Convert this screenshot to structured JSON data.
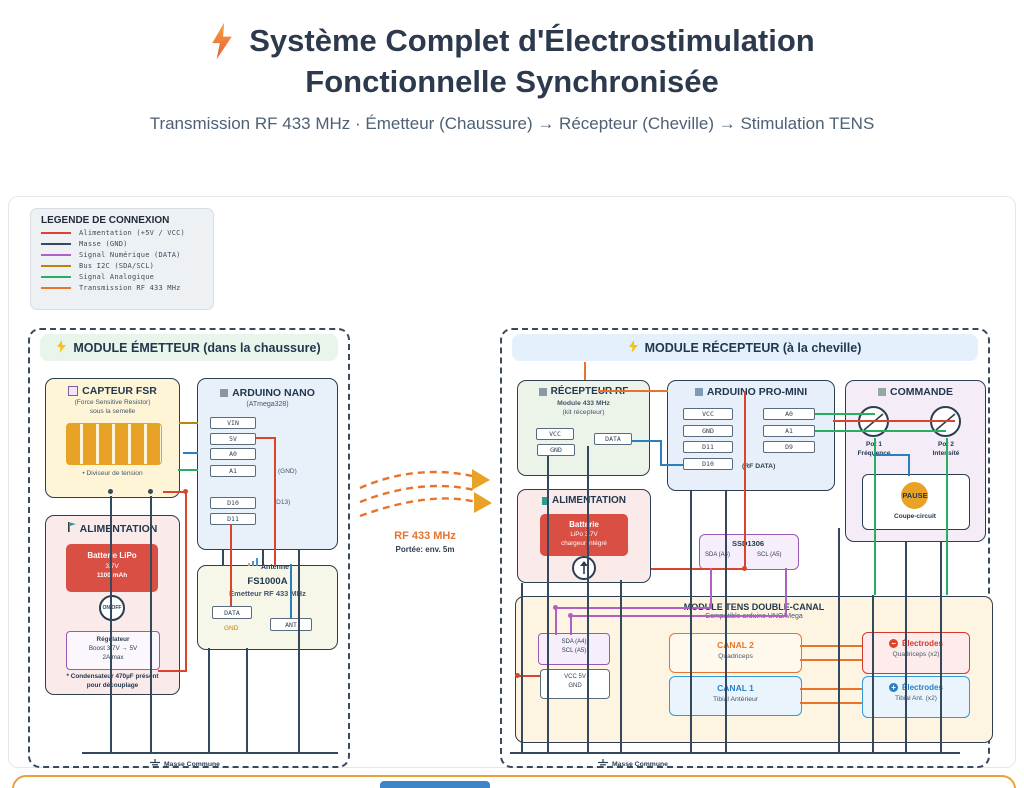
{
  "header": {
    "title1": "Système Complet d'Électrostimulation",
    "title2": "Fonctionnelle Synchronisée",
    "subtitle": "Transmission RF 433 MHz · Émetteur (Chaussure) → Récepteur (Cheville) → Stimulation TENS"
  },
  "legend": {
    "title": "LEGENDE DE CONNEXION",
    "items": [
      {
        "label": "Alimentation (+5V / VCC)",
        "color": "#d9442c"
      },
      {
        "label": "Masse (GND)",
        "color": "#34495e"
      },
      {
        "label": "Signal Numérique (DATA)",
        "color": "#b05fc4"
      },
      {
        "label": "Bus I2C (SDA/SCL)",
        "color": "#b8860b"
      },
      {
        "label": "Signal Analogique",
        "color": "#27ae60"
      },
      {
        "label": "Transmission RF 433 MHz",
        "color": "#e8742c"
      }
    ]
  },
  "rf": {
    "label": "RF 433 MHz",
    "sub": "Portée: env. 5m"
  },
  "emitter": {
    "header": "MODULE ÉMETTEUR (dans la chaussure)",
    "capteur": {
      "title": "CAPTEUR FSR",
      "sub1": "(Force Sensitive Resistor)",
      "sub2": "sous la semelle",
      "note": "• Diviseur de tension"
    },
    "nano": {
      "title": "ARDUINO NANO",
      "sub": "(ATmega328)",
      "pins": [
        "VIN",
        "5V",
        "A0",
        "A1",
        "D10",
        "D11"
      ],
      "lbl1": "(GND)",
      "lbl2": "(D13)"
    },
    "alim": {
      "title": "ALIMENTATION",
      "bat1": "Batterie LiPo",
      "bat2": "3.7V",
      "bat3": "1100 mAh",
      "switch": "ON/OFF",
      "boost1": "Régulateur",
      "boost2": "Boost 3.7V → 5V",
      "boost3": "2A max",
      "note1": "* Condensateur 470µF présent",
      "note2": "pour découplage"
    },
    "tx": {
      "title": "FS1000A",
      "sub": "Émetteur RF 433 MHz",
      "ant": "Antenne",
      "pin_data": "DATA",
      "pin_gnd": "GND",
      "pin_ant": "ANT"
    },
    "ground": "Masse Commune"
  },
  "receiver": {
    "header": "MODULE RÉCEPTEUR (à la cheville)",
    "rx": {
      "title": "RÉCEPTEUR RF",
      "sub1": "Module 433 MHz",
      "sub2": "(kit récepteur)",
      "vcc": "VCC",
      "gnd": "GND",
      "data": "DATA"
    },
    "promini": {
      "title": "ARDUINO PRO-MINI",
      "left": [
        "VCC",
        "GND",
        "D11",
        "D10"
      ],
      "right": [
        "A0",
        "A1",
        "D9"
      ],
      "note": "(RF DATA)"
    },
    "commande": {
      "title": "COMMANDE",
      "pot1a": "Pot 1",
      "pot1b": "Fréquence",
      "pot2a": "Pot 2",
      "pot2b": "Intensité",
      "pause": "PAUSE",
      "pause_sub": "Coupe-circuit"
    },
    "alim": {
      "title": "ALIMENTATION",
      "bat1": "Batterie",
      "bat2": "LiPo 3.7V",
      "bat3": "chargeur intégré"
    },
    "oled": {
      "title": "SSD1306",
      "sda": "SDA (A4)",
      "scl": "SCL (A5)"
    },
    "tens": {
      "title": "MODULE TENS DOUBLE-CANAL",
      "sub": "Compatible arduino UNO/Mega",
      "sda": "SDA (A4)",
      "scl": "SCL (A5)",
      "vcc": "VCC 5V",
      "gnd": "GND",
      "c2": "CANAL 2",
      "c2sub": "Quadriceps",
      "c1": "CANAL 1",
      "c1sub": "Tibial Antérieur",
      "e2": "Électrodes",
      "e2sub": "Quadriceps (x2)",
      "e1": "Électrodes",
      "e1sub": "Tibial Ant. (x2)"
    },
    "ground": "Masse Commune"
  },
  "colors": {
    "title_text": "#2d3a4e",
    "accent_orange": "#e8742c",
    "battery_red": "#d94f43",
    "pause_orange": "#e8a225",
    "canal_blue": "#2a7fc1",
    "i2c_purple": "#9b59b6"
  }
}
